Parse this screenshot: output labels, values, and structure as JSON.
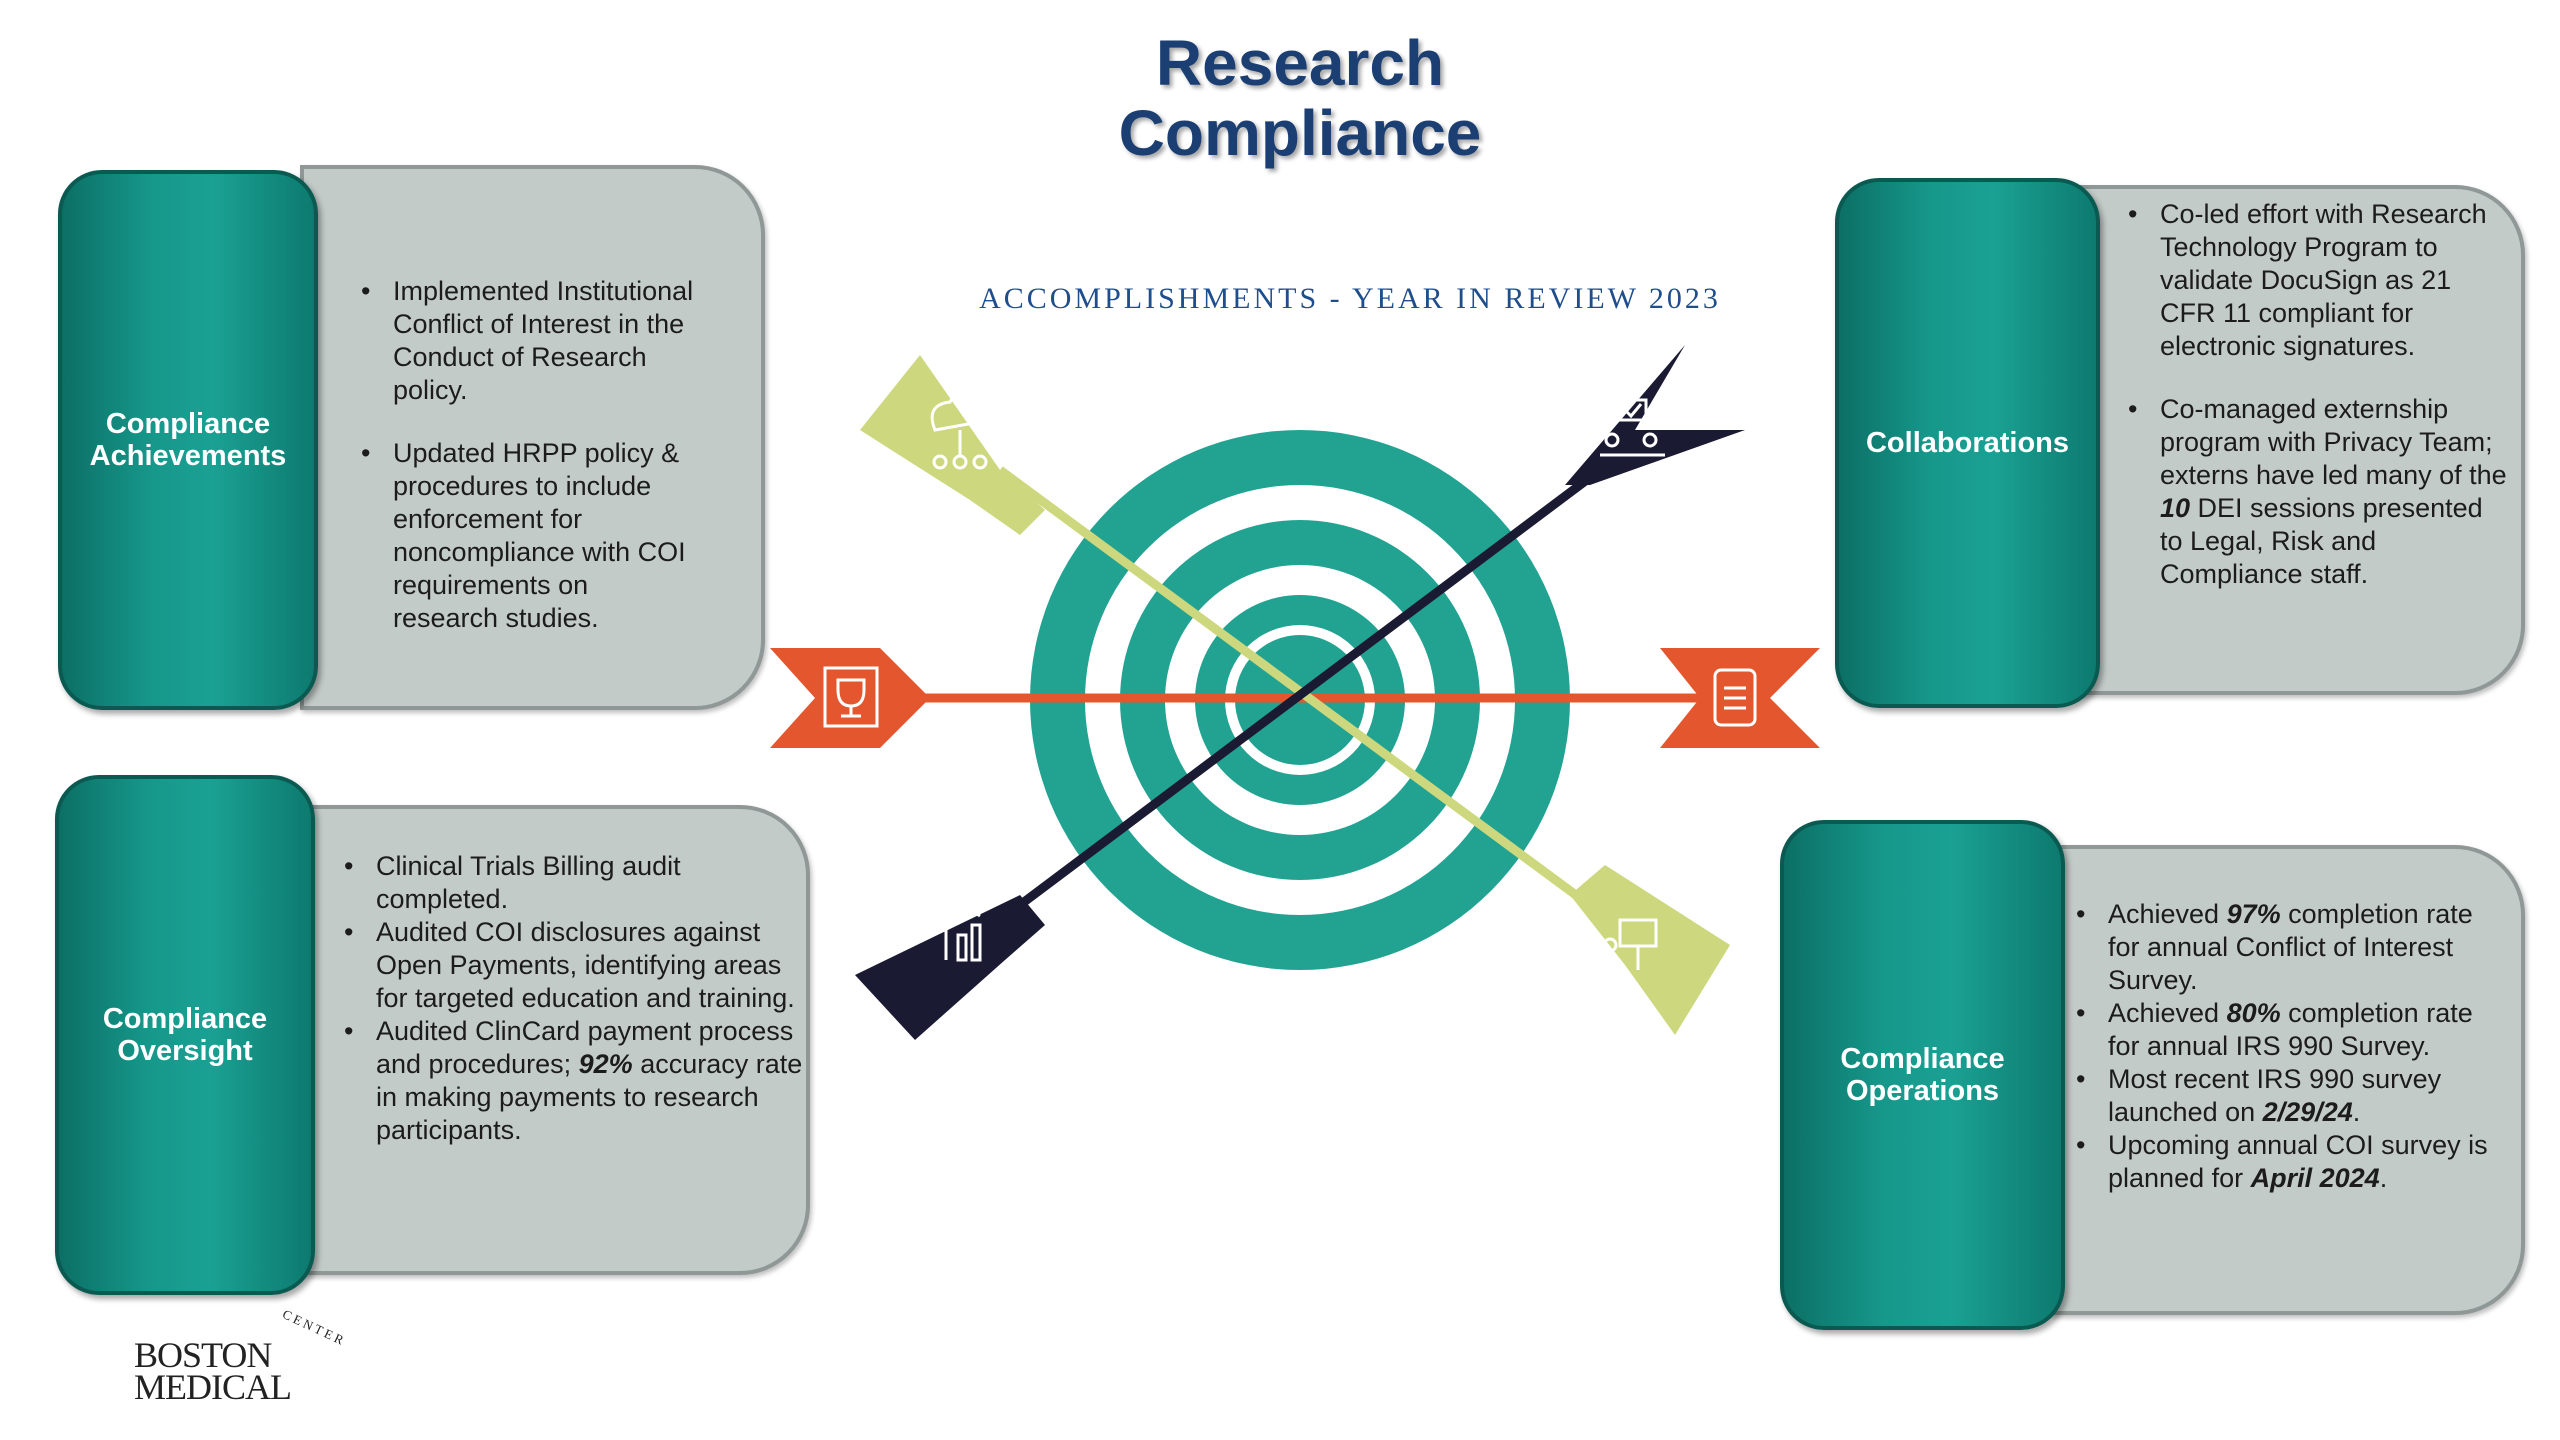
{
  "title": {
    "line1": "Research",
    "line2": "Compliance"
  },
  "subtitle": "ACCOMPLISHMENTS - YEAR IN REVIEW 2023",
  "cards": {
    "achievements": {
      "label_line1": "Compliance",
      "label_line2": "Achievements",
      "items": [
        "Implemented Institutional Conflict of Interest in the Conduct of Research policy.",
        "Updated HRPP policy & procedures to include enforcement for noncompliance with COI requirements on research studies."
      ]
    },
    "oversight": {
      "label_line1": "Compliance",
      "label_line2": "Oversight",
      "items": [
        "Clinical Trials Billing audit completed.",
        "Audited COI disclosures against Open Payments, identifying areas for targeted education and training.",
        {
          "before": "Audited ClinCard payment process and procedures; ",
          "emph": "92%",
          "after": " accuracy rate in making payments to research participants."
        }
      ]
    },
    "collaborations": {
      "label_line1": "Collaborations",
      "items": [
        "Co-led effort with Research Technology Program to validate DocuSign as 21 CFR 11 compliant for electronic signatures.",
        {
          "before": "Co-managed externship program with Privacy Team; externs have led many of the ",
          "emph": "10",
          "after": " DEI sessions presented to Legal, Risk and Compliance staff."
        }
      ]
    },
    "operations": {
      "label_line1": "Compliance",
      "label_line2": "Operations",
      "items": [
        {
          "before": "Achieved ",
          "emph": "97%",
          "after": " completion rate for annual Conflict of Interest Survey."
        },
        {
          "before": "Achieved ",
          "emph": "80%",
          "after": " completion rate for annual IRS 990 Survey."
        },
        {
          "before": "Most recent IRS 990 survey launched on ",
          "emph": "2/29/24",
          "after": "."
        },
        {
          "before": "Upcoming annual COI survey is planned for ",
          "emph": "April 2024",
          "after": "."
        }
      ]
    }
  },
  "graphic": {
    "ring_color": "#22a391",
    "arrow_orange": "#e4572e",
    "arrow_lime": "#cdd77d",
    "arrow_navy": "#1a1a33",
    "icons": [
      "cloud-network-icon",
      "team-meeting-icon",
      "trophy-icon",
      "document-icon",
      "growth-chart-icon",
      "presentation-icon"
    ]
  },
  "logo": {
    "line1": "BOSTON",
    "line2": "MEDICAL",
    "arc": "CENTER"
  }
}
